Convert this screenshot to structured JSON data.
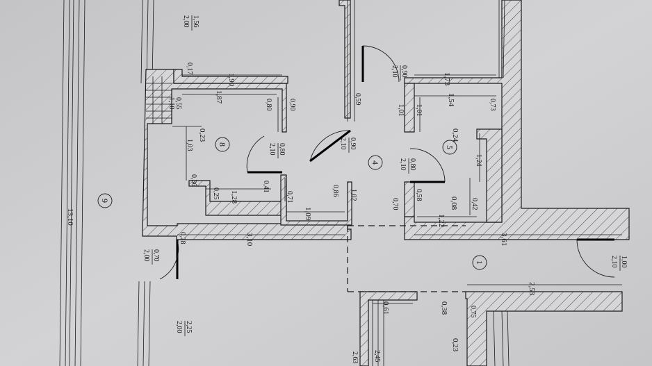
{
  "rooms": {
    "r1": "1",
    "r4": "4",
    "r5": "5",
    "r8": "8",
    "r9": "9"
  },
  "doors": {
    "d_top_right": [
      "0,90",
      "2,10"
    ],
    "d_room4": [
      "0,90",
      "2,10"
    ],
    "d_room8": [
      "0,80",
      "2,10"
    ],
    "d_room5": [
      "0,80",
      "2,10"
    ],
    "d_left_bottom": [
      "0,70",
      "2,00"
    ],
    "d_right": [
      "1,00",
      "2,10"
    ]
  },
  "windows": {
    "w_top": [
      "1,56",
      "2,00"
    ],
    "w_bottom": [
      "2,25",
      "2,00"
    ]
  },
  "dimensions": {
    "overall": "13,10",
    "d190": "1,90",
    "d187": "1,87",
    "d017": "0,17",
    "d055": "0,55",
    "d110": "1,10",
    "d023a": "0,23",
    "d080": "0,80",
    "d090": "0,90",
    "d103": "1,03",
    "d036": "0,36",
    "d025": "0,25",
    "d128": "1,28",
    "d041": "0,41",
    "d071": "0,71",
    "d109": "1,09",
    "d086": "0,86",
    "d102": "1,02",
    "d059": "0,59",
    "d310": "3,10",
    "d028": "0,28",
    "d173": "1,73",
    "d154": "1,54",
    "d101a": "1,01",
    "d101b": "1,01",
    "d073": "0,73",
    "d024": "0,24",
    "d124": "1,24",
    "d008": "0,08",
    "d058": "0,58",
    "d042": "0,42",
    "d070": "0,70",
    "d122": "1,22",
    "d361": "3,61",
    "d253": "2,53",
    "d061": "0,61",
    "d038": "0,38",
    "d075": "0,75",
    "d023b": "0,23",
    "d263": "2,63",
    "d245": "2,45"
  }
}
